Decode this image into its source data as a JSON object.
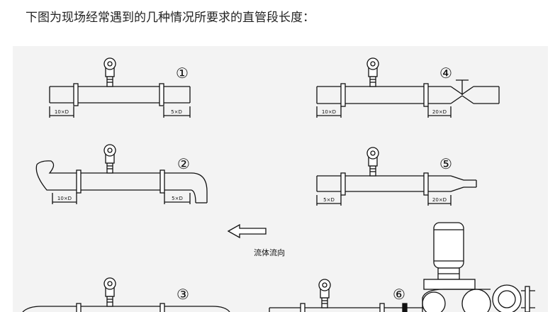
{
  "heading": "下图为现场经常遇到的几种情况所要求的直管段长度：",
  "diagram": {
    "cases": [
      {
        "number": "①",
        "upstream": "10×D",
        "downstream": "5×D"
      },
      {
        "number": "②",
        "upstream": "10×D",
        "downstream": "5×D"
      },
      {
        "number": "③"
      },
      {
        "number": "④",
        "upstream": "20×D",
        "downstream": "10×D"
      },
      {
        "number": "⑤",
        "upstream": "20×D",
        "downstream": "5×D"
      },
      {
        "number": "⑥"
      }
    ],
    "flow_label": "流体流向"
  }
}
